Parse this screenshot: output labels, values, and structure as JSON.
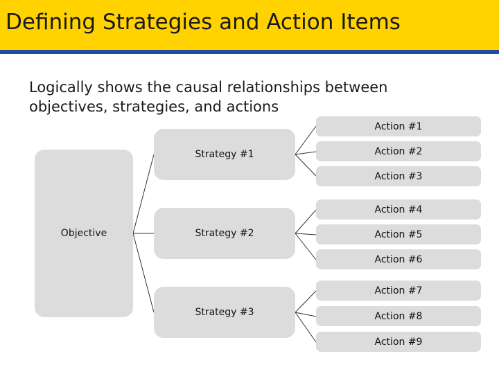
{
  "slide": {
    "title": "Defining Strategies and Action Items",
    "subtitle": "Logically shows the causal relationships between objectives, strategies, and actions"
  },
  "colors": {
    "title_bar": "#FFD200",
    "title_rule": "#1F4E9A",
    "node_fill": "#DCDCDC"
  },
  "diagram": {
    "objective": "Objective",
    "strategies": [
      {
        "label": "Strategy #1",
        "actions": [
          "Action #1",
          "Action #2",
          "Action #3"
        ]
      },
      {
        "label": "Strategy #2",
        "actions": [
          "Action #4",
          "Action #5",
          "Action #6"
        ]
      },
      {
        "label": "Strategy #3",
        "actions": [
          "Action #7",
          "Action #8",
          "Action #9"
        ]
      }
    ]
  }
}
